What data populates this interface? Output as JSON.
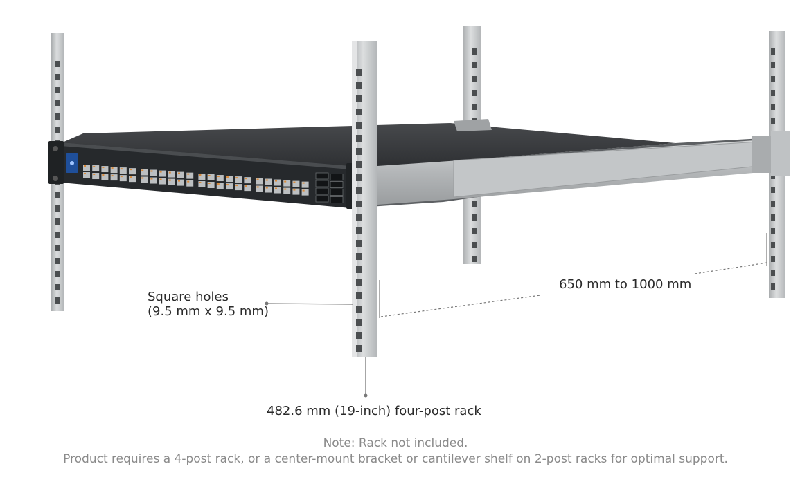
{
  "callouts": {
    "square_holes_line1": "Square holes",
    "square_holes_line2": "(9.5 mm x 9.5 mm)",
    "depth_range": "650 mm to 1000 mm",
    "rack_size": "482.6 mm (19-inch) four-post rack"
  },
  "note": {
    "line1": "Note: Rack not included.",
    "line2": "Product requires a 4-post rack, or a center-mount bracket or cantilever shelf on 2-post racks for optimal support."
  },
  "colors": {
    "post_face": "#c9cbcc",
    "post_shadow": "#9ea1a3",
    "switch_body": "#2b2e31",
    "switch_top": "#3b3e41",
    "rail": "#b9bcbe",
    "port_accent": "#d98a3a",
    "led_screen": "#1f4f9a"
  },
  "device": {
    "rj45_port_count": 48,
    "sfp_port_count": 8
  }
}
